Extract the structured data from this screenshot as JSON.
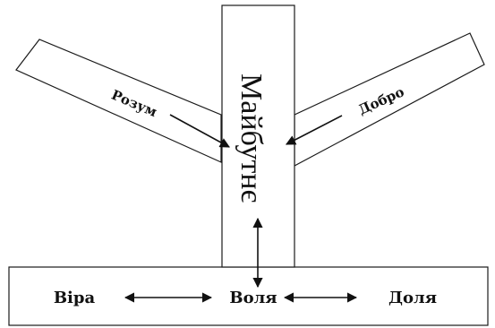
{
  "center_label": "Майбутнє",
  "left_arm_label": "Розум",
  "right_arm_label": "Добро",
  "base_labels": {
    "left": "Віра",
    "middle": "Воля",
    "right": "Доля"
  },
  "colors": {
    "stroke": "#1a1a1a",
    "text": "#111111",
    "background": "#ffffff"
  }
}
